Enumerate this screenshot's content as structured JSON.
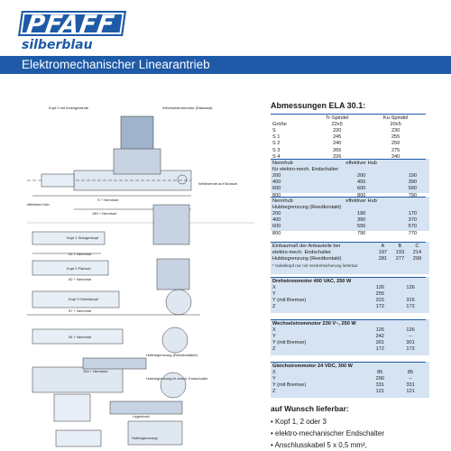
{
  "brand": {
    "name": "PFAFF",
    "sub": "silberblau",
    "color": "#1e5aa8"
  },
  "title": "Elektromechanischer Linearantrieb",
  "drawing_labels": {
    "kopf0": "Kopf 0 mit Innengewinde",
    "wellenende": "Wellenende auf Wunsch",
    "nennhub": "S + Nennhub",
    "nennhub_180": "180 + Nennhub",
    "eff_hub": "effektiver Hub",
    "kopf1": "Kopf 1 Stangenkopf",
    "kopf2": "Kopf 2 Flansch",
    "kopf3": "Kopf 3 Gelenkkopf",
    "nennhub_51": "51 + Nennhub",
    "nennhub_52": "52 + Nennhub",
    "nennhub_57": "57 + Nennhub",
    "nennhub_54": "54 + Nennhub",
    "nennhub_154": "154 + Nennhub",
    "hubbegrenzung": "Hubbegrenzung (Reedkontakte)",
    "hub_el": "Hubbegrenzung el.-mech. Endschalter",
    "lagerbock": "Lagerbock",
    "hubbegrenzung_short": "Hubbegrenzung",
    "motor": "Wechselstrommotor (Standard)"
  },
  "abm": {
    "title": "Abmessungen ELA 30.1:",
    "head": [
      "",
      "Tr-Spindel",
      "Ku-Spindel"
    ],
    "head2": [
      "Größe",
      "22x5",
      "20x5"
    ],
    "rows": [
      [
        "S",
        "220",
        "230"
      ],
      [
        "S 1",
        "245",
        "255"
      ],
      [
        "S 2",
        "240",
        "250"
      ],
      [
        "S 3",
        "265",
        "275"
      ],
      [
        "S 4",
        "226",
        "240"
      ]
    ]
  },
  "nenn1": {
    "head": [
      "Nennhub",
      "effektiver Hub",
      ""
    ],
    "sub": "für elektro-mech. Endschalter",
    "rows": [
      [
        "200",
        "200",
        "190"
      ],
      [
        "400",
        "400",
        "390"
      ],
      [
        "600",
        "600",
        "590"
      ],
      [
        "800",
        "800",
        "790"
      ]
    ]
  },
  "nenn2": {
    "head": [
      "Nennhub",
      "effektiver Hub",
      ""
    ],
    "sub": "Hubbegrenzung (Reedkontakt)",
    "rows": [
      [
        "200",
        "190",
        "170"
      ],
      [
        "400",
        "390",
        "370"
      ],
      [
        "600",
        "590",
        "570"
      ],
      [
        "800",
        "790",
        "770"
      ]
    ]
  },
  "einbau": {
    "head": [
      "Einbaumaß der Anbauteile bei",
      "A",
      "B",
      "C"
    ],
    "rows": [
      [
        "elektro-mech. Endschalter",
        "197",
        "193",
        "214"
      ],
      [
        "Hubbegrenzung (Reedkontakt)",
        "281",
        "277",
        "299"
      ]
    ],
    "note": "* Gabelkopf nur mit Verdrehsicherung lieferbar."
  },
  "dreh400": {
    "title": "Drehstrommotor 400 VAC, 250 W",
    "rows": [
      [
        "X",
        "126",
        "126"
      ],
      [
        "Y",
        "255",
        ""
      ],
      [
        "Y (mit Bremse)",
        "315",
        "315"
      ],
      [
        "Z",
        "172",
        "172"
      ]
    ]
  },
  "wech230": {
    "title": "Wechselstrommotor 230 V~, 250 W",
    "rows": [
      [
        "X",
        "126",
        "126"
      ],
      [
        "Y",
        "242",
        "–"
      ],
      [
        "Y (mit Bremse)",
        "301",
        "301"
      ],
      [
        "Z",
        "172",
        "172"
      ]
    ]
  },
  "gleich24": {
    "title": "Gleichstrommotor 24 VDC, 300 W",
    "rows": [
      [
        "X",
        "85",
        "85"
      ],
      [
        "Y",
        "290",
        "–"
      ],
      [
        "Y (mit Bremse)",
        "331",
        "331"
      ],
      [
        "Z",
        "121",
        "121"
      ]
    ]
  },
  "wunsch": {
    "title": "auf Wunsch lieferbar:",
    "items": [
      "Kopf 1, 2 oder 3",
      "elektro-mechanischer Endschalter",
      "Anschlusskabel 5 x 0,5 mm²,"
    ]
  }
}
